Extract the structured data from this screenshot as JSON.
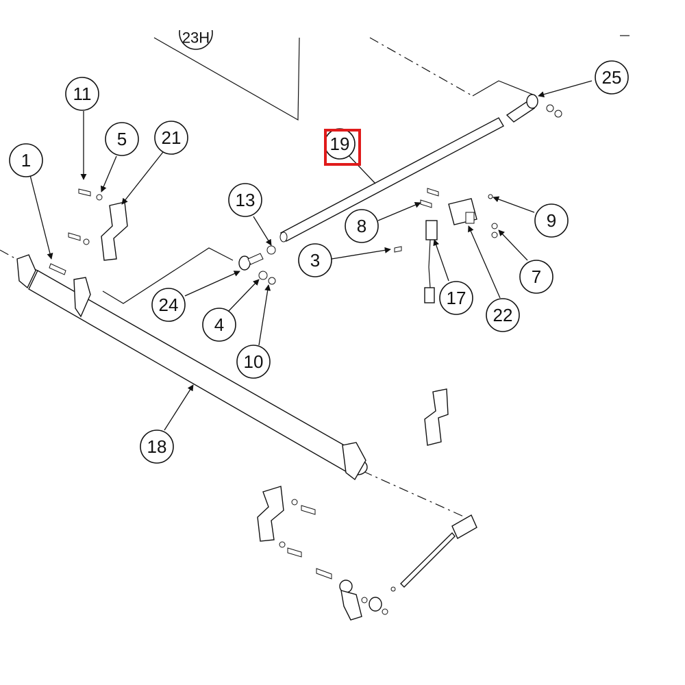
{
  "callouts": {
    "c1": "1",
    "c3": "3",
    "c4": "4",
    "c5": "5",
    "c7": "7",
    "c8": "8",
    "c9": "9",
    "c10": "10",
    "c11": "11",
    "c13": "13",
    "c17": "17",
    "c18": "18",
    "c19": "19",
    "c21": "21",
    "c22": "22",
    "c24": "24",
    "c25": "25",
    "c23h": "23H"
  },
  "highlight": {
    "label": "19",
    "color": "#e01b1b"
  }
}
